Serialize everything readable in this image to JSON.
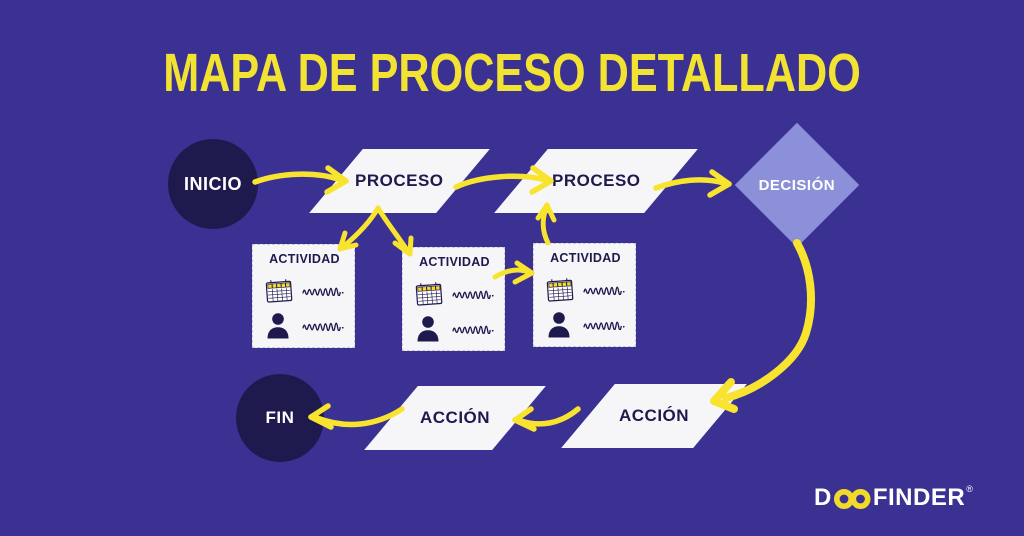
{
  "title": "MAPA DE PROCESO DETALLADO",
  "colors": {
    "background": "#3a3192",
    "node_dark_navy": "#1e1a4e",
    "node_white": "#f6f6f8",
    "decision_fill": "#8b90d8",
    "accent_yellow": "#f8e42e",
    "title_yellow": "#f2e232"
  },
  "flowchart": {
    "start_label": "INICIO",
    "process1_label": "PROCESO",
    "process2_label": "PROCESO",
    "decision_label": "DECISIÓN",
    "activities": [
      {
        "label": "ACTIVIDAD",
        "icons": [
          "calendar-icon",
          "person-icon"
        ]
      },
      {
        "label": "ACTIVIDAD",
        "icons": [
          "calendar-icon",
          "person-icon"
        ]
      },
      {
        "label": "ACTIVIDAD",
        "icons": [
          "calendar-icon",
          "person-icon"
        ]
      }
    ],
    "action1_label": "ACCIÓN",
    "action2_label": "ACCIÓN",
    "end_label": "FIN"
  },
  "logo": {
    "prefix": "D",
    "suffix": "FINDER",
    "registered": "®",
    "infinity_icon": "double-o-rings"
  }
}
